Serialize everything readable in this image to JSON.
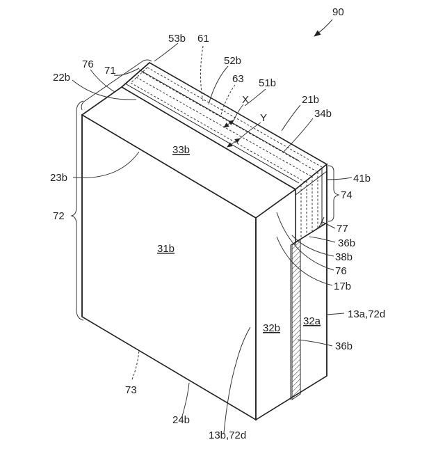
{
  "figure": {
    "ref_number": "90",
    "labels": {
      "l53b": "53b",
      "l61": "61",
      "l52b": "52b",
      "l76_top": "76",
      "l71": "71",
      "l22b": "22b",
      "l63": "63",
      "l51b": "51b",
      "lX": "X",
      "l21b": "21b",
      "lY": "Y",
      "l34b": "34b",
      "l33b": "33b",
      "l23b": "23b",
      "l41b": "41b",
      "l74": "74",
      "l72": "72",
      "l77": "77",
      "l31b": "31b",
      "l36b_top": "36b",
      "l38b": "38b",
      "l76_mid": "76",
      "l17b": "17b",
      "l32b": "32b",
      "l32a": "32a",
      "l13a72d": "13a,72d",
      "l36b_bot": "36b",
      "l73": "73",
      "l24b": "24b",
      "l13b72d": "13b,72d"
    }
  }
}
